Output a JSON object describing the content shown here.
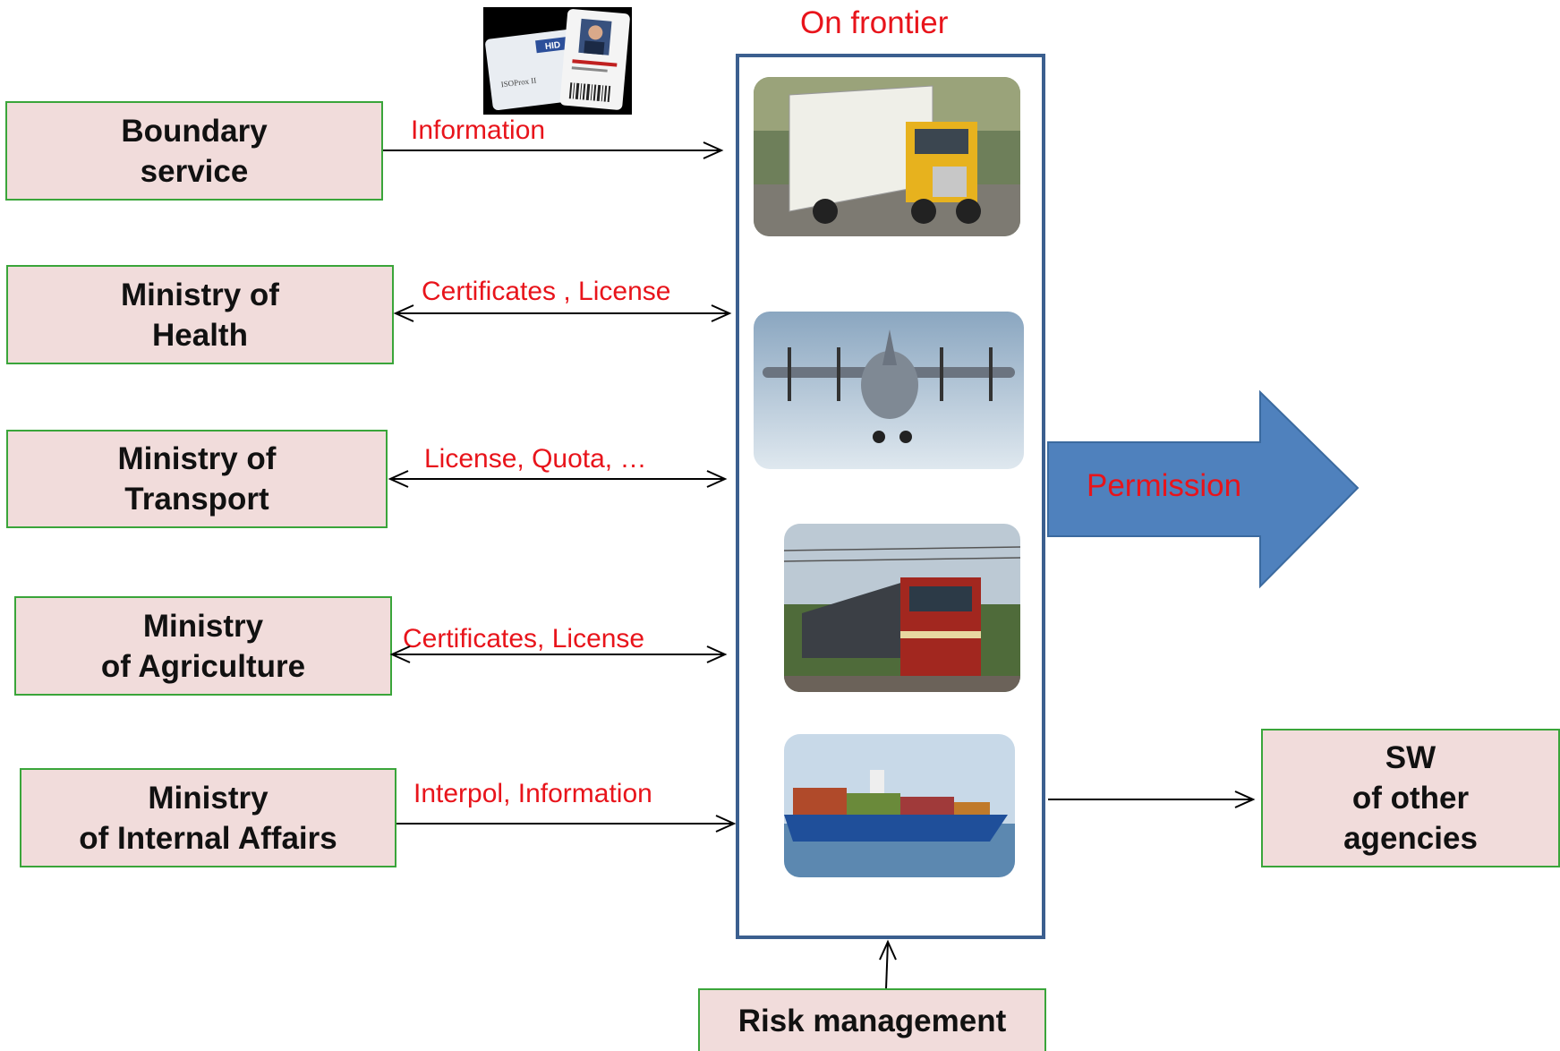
{
  "title": "On frontier",
  "agencies": [
    {
      "name": "Boundary\nservice",
      "flow": "Information"
    },
    {
      "name": "Ministry of\nHealth",
      "flow": "Certificates , License"
    },
    {
      "name": "Ministry of\nTransport",
      "flow": "License, Quota, …"
    },
    {
      "name": "Ministry\nof Agriculture",
      "flow": "Certificates, License"
    },
    {
      "name": "Ministry\nof  Internal Affairs",
      "flow": "Interpol, Information"
    }
  ],
  "id_card": {
    "brand": "HID",
    "model": "ISOProx II"
  },
  "frontier_images": [
    "truck-photo",
    "airplane-photo",
    "train-photo",
    "ship-photo"
  ],
  "permission": "Permission",
  "other_agencies": "SW\nof other\nagencies",
  "risk": "Risk management",
  "colors": {
    "box_fill": "#f1dcdb",
    "box_border": "#3aa53a",
    "label_red": "#e8141b",
    "frontier_border": "#3b5f8f",
    "permission_arrow": "#4f81bd"
  }
}
